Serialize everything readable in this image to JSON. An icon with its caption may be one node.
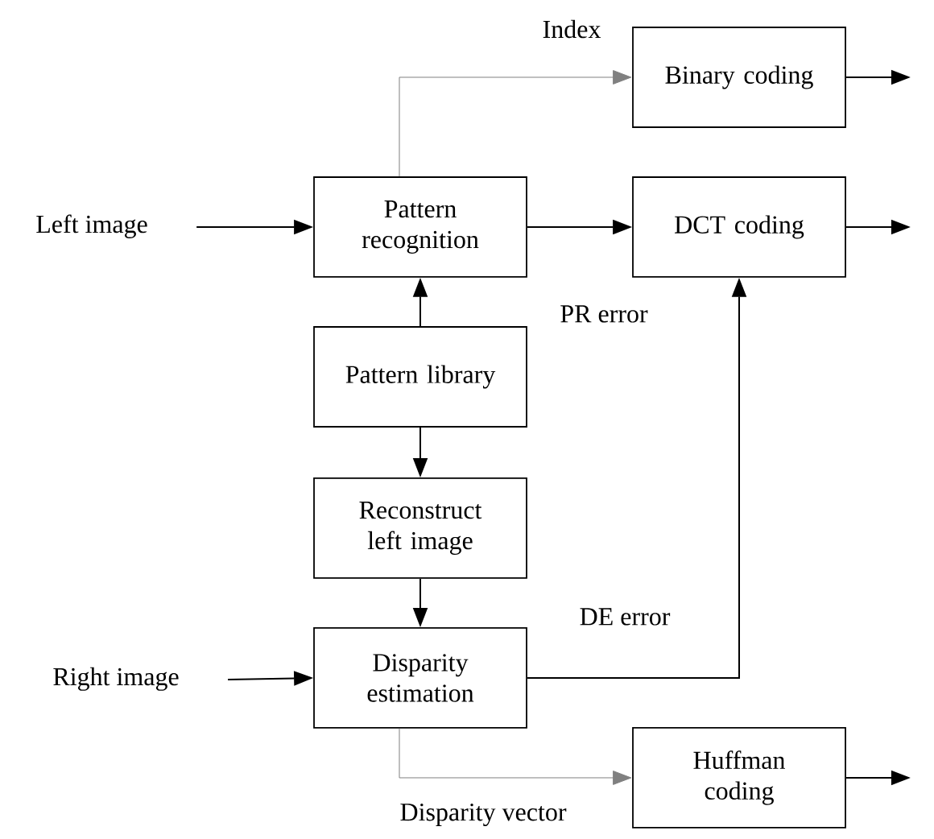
{
  "diagram": {
    "nodes": [
      {
        "text": [
          "Binary coding"
        ]
      },
      {
        "text": [
          "Left image"
        ]
      },
      {
        "text": [
          "Pattern recognition"
        ]
      },
      {
        "text": [
          "DCT coding"
        ]
      },
      {
        "text": [
          "Pattern library"
        ]
      },
      {
        "text": [
          "Reconstruct left image"
        ]
      },
      {
        "text": [
          "Right image"
        ]
      },
      {
        "text": [
          "Disparity estimation"
        ]
      },
      {
        "text": [
          "Huffman coding"
        ]
      }
    ],
    "edges": [
      {
        "from": 2,
        "to": 0,
        "arrow": "to",
        "label": "Index",
        "color": "#808080"
      },
      {
        "from": 0,
        "to": null,
        "arrow": "to"
      },
      {
        "from": 1,
        "to": 2,
        "arrow": "to"
      },
      {
        "from": 2,
        "to": 3,
        "arrow": "to",
        "label": "PR error"
      },
      {
        "from": 3,
        "to": null,
        "arrow": "to"
      },
      {
        "from": 4,
        "to": 2,
        "arrow": "to"
      },
      {
        "from": 4,
        "to": 5,
        "arrow": "to"
      },
      {
        "from": 5,
        "to": 7,
        "arrow": "to"
      },
      {
        "from": 6,
        "to": 7,
        "arrow": "to"
      },
      {
        "from": 7,
        "to": 3,
        "arrow": "to",
        "label": "DE error"
      },
      {
        "from": 7,
        "to": 8,
        "arrow": "to",
        "label": "Disparity vector",
        "color": "#808080"
      },
      {
        "from": 8,
        "to": null,
        "arrow": "to"
      }
    ]
  }
}
